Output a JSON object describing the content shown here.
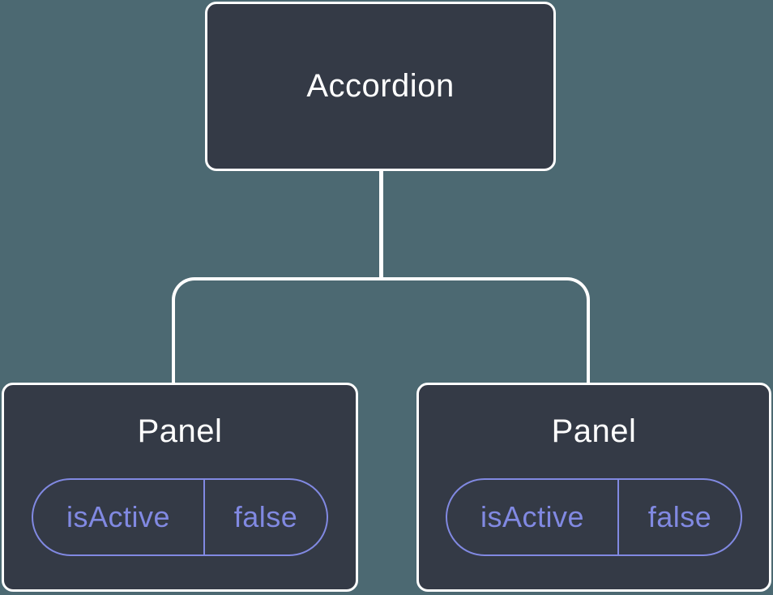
{
  "colors": {
    "background": "#4C6972",
    "node_fill": "#343A46",
    "node_border": "#FFFFFF",
    "connector": "#FFFFFF",
    "accent_purple": "#8189E2"
  },
  "tree": {
    "root": {
      "label": "Accordion"
    },
    "children": [
      {
        "label": "Panel",
        "prop": {
          "name": "isActive",
          "value": "false"
        }
      },
      {
        "label": "Panel",
        "prop": {
          "name": "isActive",
          "value": "false"
        }
      }
    ]
  }
}
